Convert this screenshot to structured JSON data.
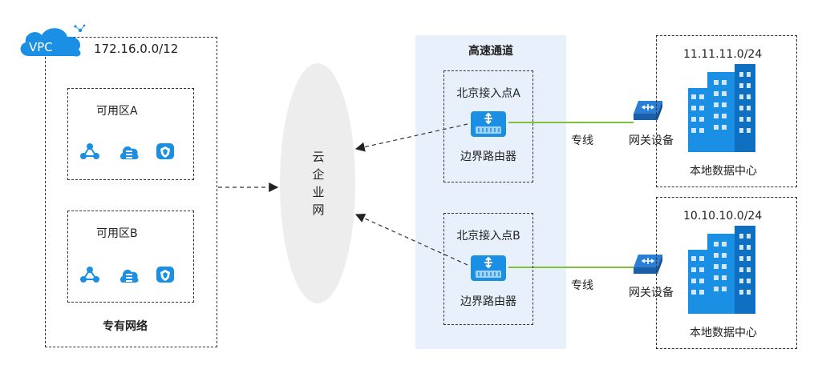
{
  "vpc": {
    "badge": "VPC",
    "cidr": "172.16.0.0/12",
    "zone_a": "可用区A",
    "zone_b": "可用区B",
    "footer": "专有网络"
  },
  "cen": {
    "label_chars": [
      "云",
      "企",
      "业",
      "网"
    ]
  },
  "express": {
    "title": "高速通道",
    "beijing_a": "北京接入点A",
    "beijing_b": "北京接入点B",
    "router_a": "边界路由器",
    "router_b": "边界路由器"
  },
  "links": {
    "line_a": "专线",
    "line_b": "专线",
    "gateway_a": "网关设备",
    "gateway_b": "网关设备"
  },
  "idc": {
    "cidr_a": "11.11.11.0/24",
    "cidr_b": "10.10.10.0/24",
    "label_a": "本地数据中心",
    "label_b": "本地数据中心"
  },
  "colors": {
    "accent_blue": "#1a8fe3",
    "express_bg": "#e8f1fb",
    "cen_ellipse": "#ededed",
    "line_green": "#7fbf3a"
  }
}
